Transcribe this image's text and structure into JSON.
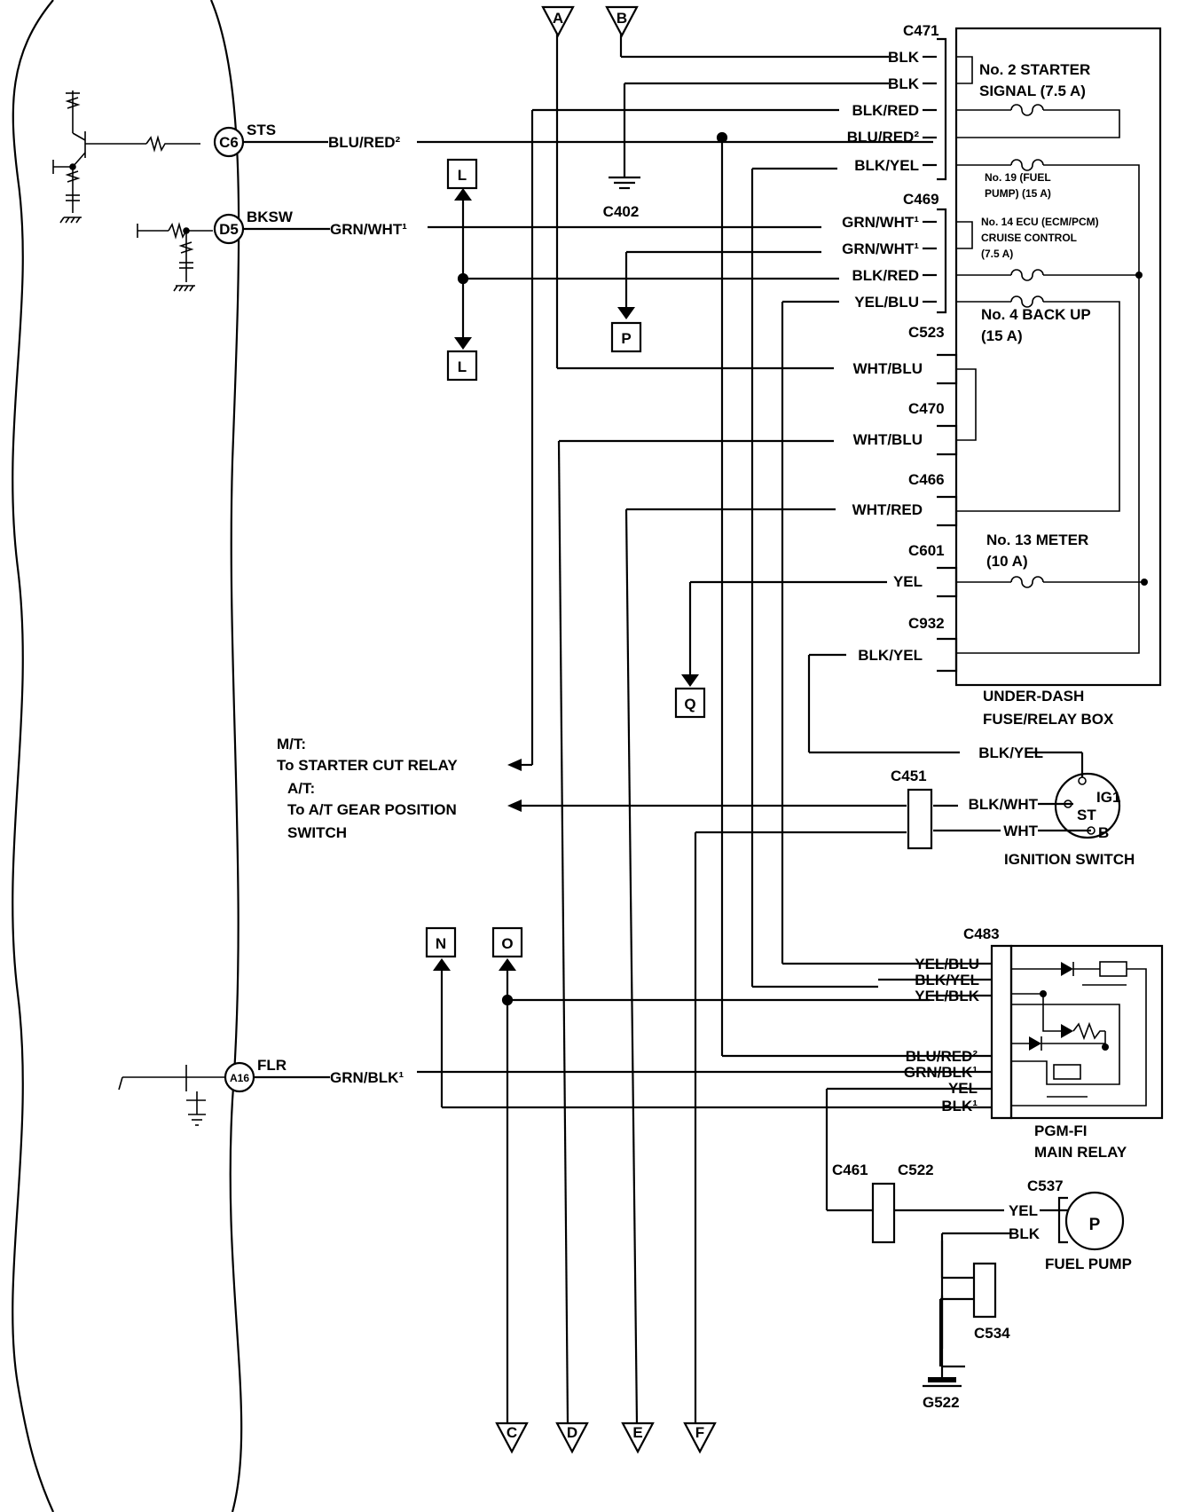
{
  "ecm": {
    "pins": [
      {
        "pin": "C6",
        "name": "STS",
        "wire": "BLU/RED²"
      },
      {
        "pin": "D5",
        "name": "BKSW",
        "wire": "GRN/WHT¹"
      },
      {
        "pin": "A16",
        "name": "FLR",
        "wire": "GRN/BLK¹"
      }
    ]
  },
  "terminals": {
    "top": [
      "A",
      "B"
    ],
    "bottom": [
      "C",
      "D",
      "E",
      "F"
    ],
    "boxes": [
      "L",
      "L",
      "P",
      "Q",
      "N",
      "O"
    ]
  },
  "fuse_box": {
    "title": "UNDER-DASH FUSE/RELAY BOX",
    "title_line1": "UNDER-DASH",
    "title_line2": "FUSE/RELAY BOX",
    "connectors": {
      "c471": "C471",
      "c469": "C469",
      "c523": "C523",
      "c470": "C470",
      "c466": "C466",
      "c601": "C601",
      "c932": "C932"
    },
    "wires": {
      "c471": [
        "BLK",
        "BLK",
        "BLK/RED",
        "BLU/RED²",
        "BLK/YEL"
      ],
      "c469": [
        "GRN/WHT¹",
        "GRN/WHT¹",
        "BLK/RED",
        "YEL/BLU"
      ],
      "c523": "WHT/BLU",
      "c470": "WHT/BLU",
      "c466": "WHT/RED",
      "c601": "YEL",
      "c932": "BLK/YEL"
    },
    "fuses": {
      "f2_l1": "No. 2 STARTER",
      "f2_l2": "SIGNAL (7.5 A)",
      "f19_l1": "No. 19 (FUEL",
      "f19_l2": "PUMP) (15 A)",
      "f14_l1": "No. 14 ECU (ECM/PCM)",
      "f14_l2": "CRUISE CONTROL",
      "f14_l3": "(7.5 A)",
      "f4_l1": "No. 4 BACK UP",
      "f4_l2": "(15 A)",
      "f13_l1": "No. 13 METER",
      "f13_l2": "(10 A)"
    }
  },
  "ground_c402": "C402",
  "starter": {
    "mt_l1": "M/T:",
    "mt_l2": "To STARTER CUT RELAY",
    "at_l1": "A/T:",
    "at_l2": "To A/T GEAR POSITION",
    "at_l3": "SWITCH"
  },
  "ignition": {
    "connector": "C451",
    "wire_top": "BLK/YEL",
    "wire_mid": "BLK/WHT",
    "wire_bot": "WHT",
    "pins": [
      "IG1",
      "ST",
      "B"
    ],
    "title": "IGNITION SWITCH"
  },
  "main_relay": {
    "connector": "C483",
    "wires": [
      "YEL/BLU",
      "BLK/YEL",
      "YEL/BLK",
      "BLU/RED²",
      "GRN/BLK¹",
      "YEL",
      "BLK¹"
    ],
    "title_l1": "PGM-FI",
    "title_l2": "MAIN RELAY"
  },
  "fuel_pump": {
    "c461": "C461",
    "c522": "C522",
    "c537": "C537",
    "wire_yel": "YEL",
    "wire_blk": "BLK",
    "symbol": "P",
    "title": "FUEL PUMP",
    "c534": "C534",
    "ground": "G522"
  }
}
